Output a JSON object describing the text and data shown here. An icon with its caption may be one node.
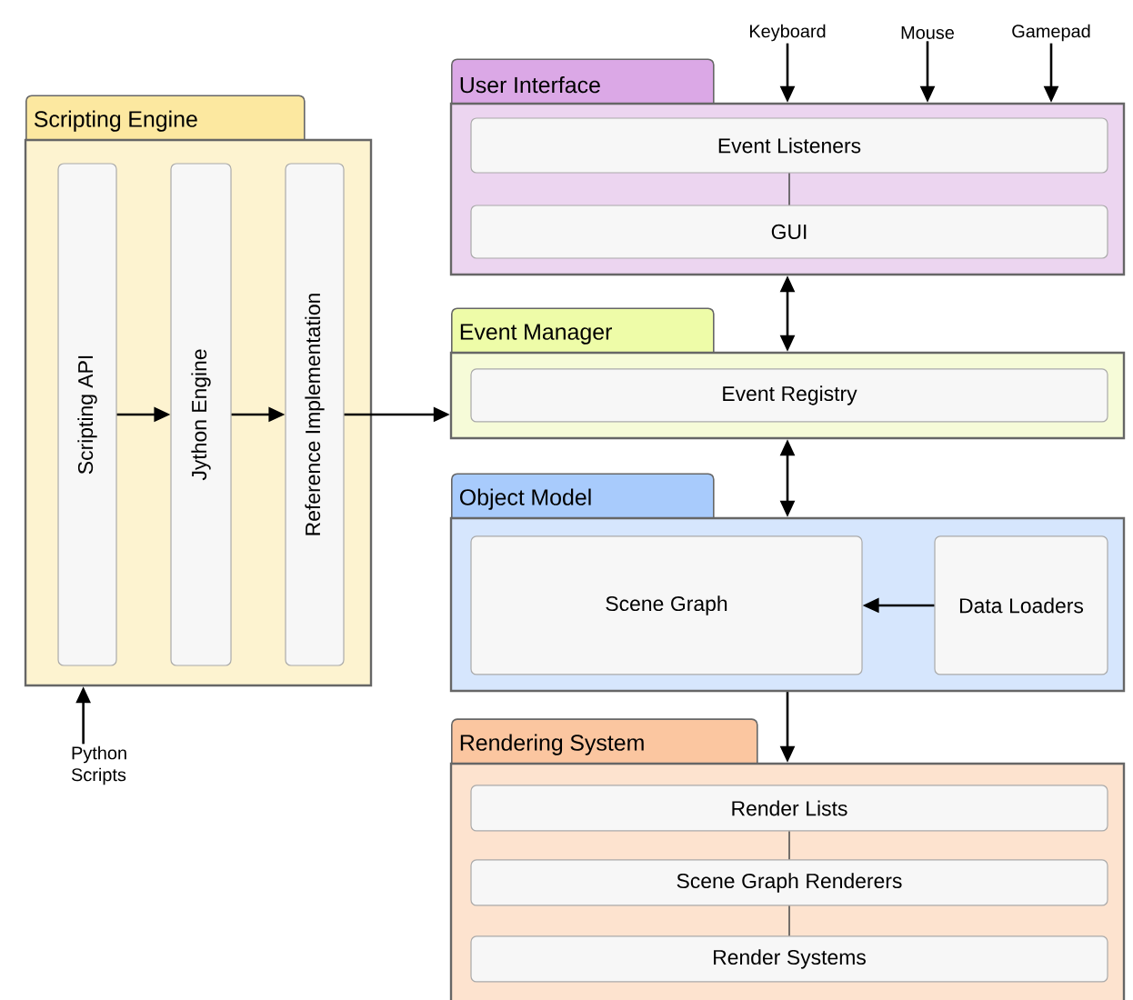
{
  "diagram": {
    "nodes": [
      {
        "text": [
          "Scripting Engine"
        ]
      },
      {
        "text": [
          "Scripting API"
        ],
        "in": 0
      },
      {
        "text": [
          "Jython Engine"
        ],
        "in": 0
      },
      {
        "text": [
          "Reference Implementation"
        ],
        "in": 0
      },
      {
        "text": [
          "Python Scripts"
        ]
      },
      {
        "text": [
          "Keyboard"
        ]
      },
      {
        "text": [
          "Mouse"
        ]
      },
      {
        "text": [
          "Gamepad"
        ]
      },
      {
        "text": [
          "User Interface"
        ]
      },
      {
        "text": [
          "Event Listeners"
        ],
        "in": 8
      },
      {
        "text": [
          "GUI"
        ],
        "in": 8
      },
      {
        "text": [
          "Event Manager"
        ]
      },
      {
        "text": [
          "Event Registry"
        ],
        "in": 11
      },
      {
        "text": [
          "Object Model"
        ]
      },
      {
        "text": [
          "Scene Graph"
        ],
        "in": 13
      },
      {
        "text": [
          "Data Loaders"
        ],
        "in": 13
      },
      {
        "text": [
          "Rendering System"
        ]
      },
      {
        "text": [
          "Render Lists"
        ],
        "in": 16
      },
      {
        "text": [
          "Scene Graph Renderers"
        ],
        "in": 16
      },
      {
        "text": [
          "Render Systems"
        ],
        "in": 16
      }
    ],
    "edges": [
      {
        "from": 4,
        "to": 0,
        "arrow": "to"
      },
      {
        "from": 1,
        "to": 2,
        "arrow": "to"
      },
      {
        "from": 2,
        "to": 3,
        "arrow": "to"
      },
      {
        "from": 3,
        "to": 11,
        "arrow": "to"
      },
      {
        "from": 5,
        "to": 8,
        "arrow": "to"
      },
      {
        "from": 6,
        "to": 8,
        "arrow": "to"
      },
      {
        "from": 7,
        "to": 8,
        "arrow": "to"
      },
      {
        "from": 9,
        "to": 10,
        "arrow": "none"
      },
      {
        "from": 8,
        "to": 11,
        "arrow": "both"
      },
      {
        "from": 11,
        "to": 13,
        "arrow": "both"
      },
      {
        "from": 15,
        "to": 14,
        "arrow": "to"
      },
      {
        "from": 13,
        "to": 16,
        "arrow": "to"
      },
      {
        "from": 17,
        "to": 18,
        "arrow": "none"
      },
      {
        "from": 18,
        "to": 19,
        "arrow": "none"
      }
    ]
  }
}
